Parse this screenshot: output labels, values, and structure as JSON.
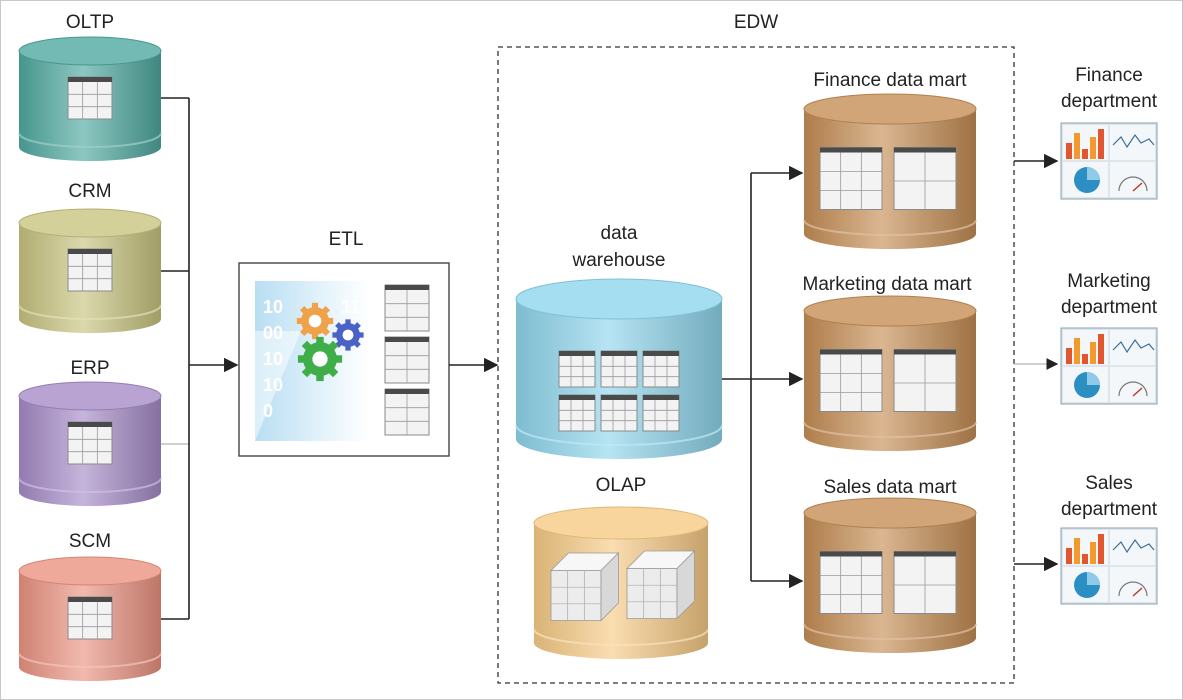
{
  "sources": [
    {
      "id": "oltp",
      "label": "OLTP",
      "color": "#4fa9a0"
    },
    {
      "id": "crm",
      "label": "CRM",
      "color": "#c8c480"
    },
    {
      "id": "erp",
      "label": "ERP",
      "color": "#a68cc8"
    },
    {
      "id": "scm",
      "label": "SCM",
      "color": "#eb9482"
    }
  ],
  "etl": {
    "label": "ETL",
    "digits": [
      "10",
      "00",
      "10",
      "10",
      "0",
      "11"
    ]
  },
  "edw": {
    "label": "EDW",
    "warehouse": {
      "label_line1": "data",
      "label_line2": "warehouse",
      "color": "#8fd6ec"
    },
    "olap": {
      "label": "OLAP",
      "color": "#f7cb86"
    }
  },
  "data_marts": [
    {
      "id": "finance",
      "label": "Finance data mart",
      "color": "#c68e55"
    },
    {
      "id": "marketing",
      "label": "Marketing data mart",
      "color": "#c68e55"
    },
    {
      "id": "sales",
      "label": "Sales data mart",
      "color": "#c68e55"
    }
  ],
  "departments": [
    {
      "id": "finance",
      "label_line1": "Finance",
      "label_line2": "department"
    },
    {
      "id": "marketing",
      "label_line1": "Marketing",
      "label_line2": "department"
    },
    {
      "id": "sales",
      "label_line1": "Sales",
      "label_line2": "department"
    }
  ]
}
